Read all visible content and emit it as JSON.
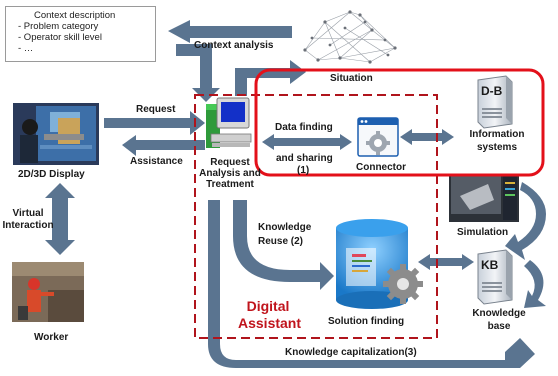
{
  "context_box": {
    "title": "Context description",
    "items": [
      "- Problem category",
      "- Operator skill level",
      "- …"
    ]
  },
  "labels": {
    "context_analysis": "Context analysis",
    "situation": "Situation",
    "request": "Request",
    "assistance": "Assistance",
    "display": "2D/3D Display",
    "virtual_interaction_1": "Virtual",
    "virtual_interaction_2": "Interaction",
    "worker": "Worker",
    "request_analysis_1": "Request",
    "request_analysis_2": "Analysis and",
    "request_analysis_3": "Treatment",
    "data_finding": "Data finding",
    "and_sharing": "and sharing",
    "step1": "(1)",
    "connector": "Connector",
    "db": "D-B",
    "info_systems_1": "Information",
    "info_systems_2": "systems",
    "simulation": "Simulation",
    "knowledge_reuse_1": "Knowledge",
    "knowledge_reuse_2": "Reuse (2)",
    "digital_assistant_1": "Digital",
    "digital_assistant_2": "Assistant",
    "solution_finding": "Solution finding",
    "kb": "KB",
    "knowledge_base_1": "Knowledge",
    "knowledge_base_2": "base",
    "knowledge_capitalization": "Knowledge capitalization(3)"
  },
  "colors": {
    "arrow": "#5a7490",
    "dashed_border": "#b0141c",
    "highlight_border": "#e3101a",
    "digital_assistant_text": "#c0141c",
    "database_blue": "#1f86d6"
  }
}
